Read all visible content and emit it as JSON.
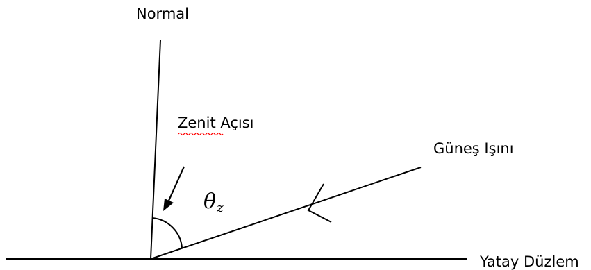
{
  "labels": {
    "normal": "Normal",
    "zenith_angle": "Zenit Açısı",
    "sun_ray": "Güneş Işını",
    "horizontal_plane": "Yatay Düzlem",
    "theta_symbol": "θ",
    "theta_subscript": "z"
  },
  "colors": {
    "lines": "#000000",
    "spellcheck_underline": "#ff0000",
    "background": "#ffffff"
  }
}
